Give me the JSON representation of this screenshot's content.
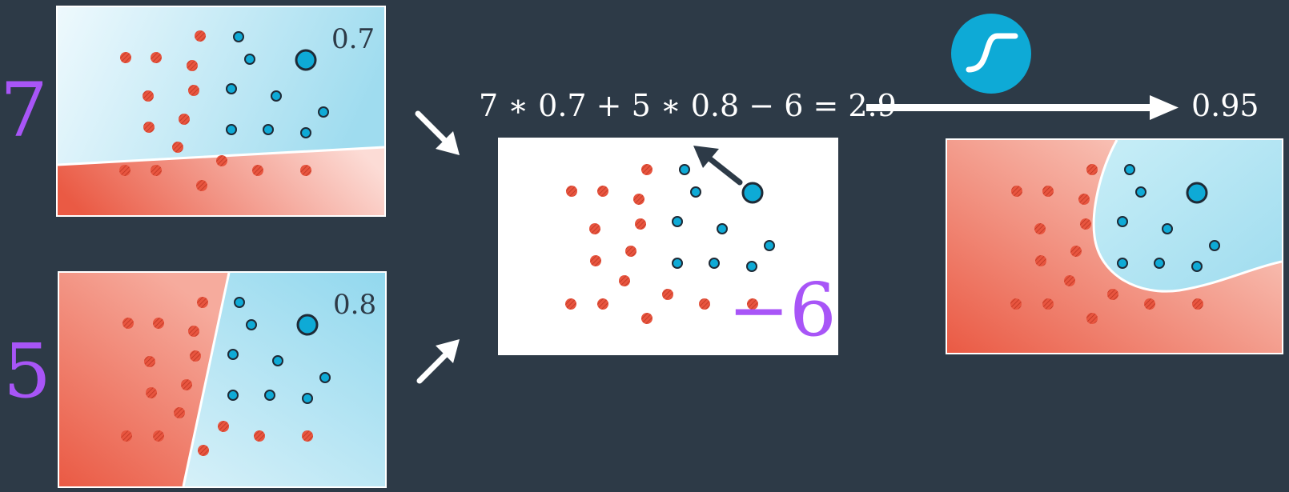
{
  "weights": {
    "top": "7",
    "bottom": "5"
  },
  "probabilities": {
    "top": "0.7",
    "bottom": "0.8"
  },
  "equation": "7 ∗ 0.7 + 5 ∗ 0.8 − 6 = 2.9",
  "bias": "−6",
  "output": "0.95",
  "icons": {
    "activation": "sigmoid-icon"
  },
  "colors": {
    "background": "#2d3a47",
    "red_point": "#e8553f",
    "blue_point": "#0eaad6",
    "weight_purple": "#a855f7",
    "red_region": "#ec5f48",
    "blue_region": "#a8dff0"
  }
}
